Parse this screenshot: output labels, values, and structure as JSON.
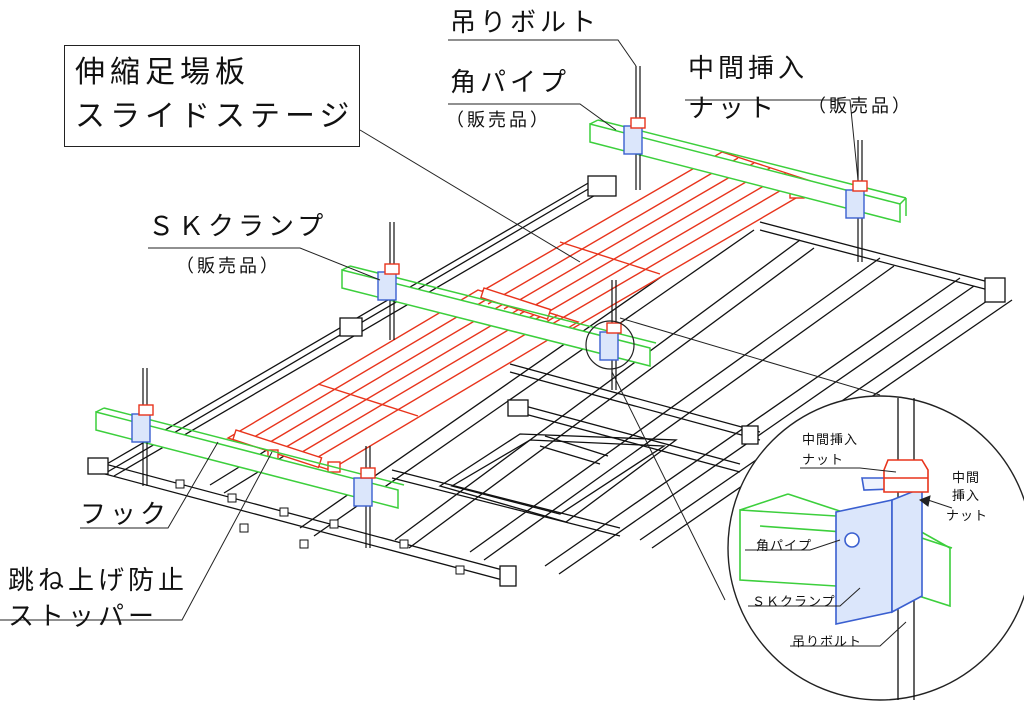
{
  "title_box": {
    "line1": "伸縮足場板",
    "line2": "スライドステージ"
  },
  "labels": {
    "bolt": "吊りボルト",
    "pipe": "角パイプ",
    "pipe_note": "（販売品）",
    "nut_line1": "中間挿入",
    "nut_line2": "ナット",
    "nut_note": "（販売品）",
    "clamp": "ＳＫクランプ",
    "clamp_note": "（販売品）",
    "hook": "フック",
    "stopper_line1": "跳ね上げ防止",
    "stopper_line2": "ストッパー"
  },
  "detail": {
    "nut_line1": "中間挿入",
    "nut_line2": "ナット",
    "nut2_line1": "中間",
    "nut2_line2": "挿入",
    "nut2_line3": "ナット",
    "pipe": "角パイプ",
    "clamp": "ＳＫクランプ",
    "bolt": "吊りボルト"
  },
  "colors": {
    "stage": "#e8341c",
    "pipe": "#3ccf3c",
    "clamp": "#3a5fd0",
    "clamp_fill": "#dbe6fb",
    "nut": "#e8341c",
    "frame": "#111111"
  }
}
